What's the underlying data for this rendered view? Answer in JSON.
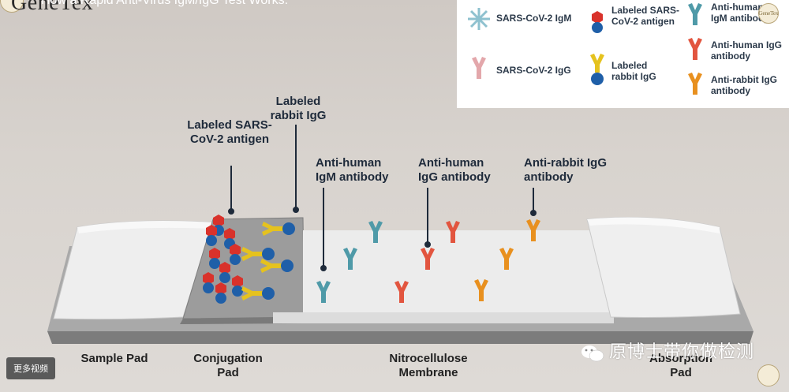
{
  "video": {
    "brand": "GeneTex",
    "title": "How a Rapid Anti-Virus IgM/IgG Test Works.",
    "corner_logo_text": "GeneTex",
    "more_videos_label": "更多视频"
  },
  "legend": {
    "igm_label": "SARS-CoV-2 IgM",
    "igg_label": "SARS-CoV-2 IgG",
    "labeled_antigen_label": "Labeled SARS-CoV-2 antigen",
    "labeled_rabbit_label": "Labeled rabbit IgG",
    "anti_igm_label": "Anti-human IgM antibody",
    "anti_igg_label": "Anti-human IgG antibody",
    "anti_rabbit_label": "Anti-rabbit IgG antibody"
  },
  "diagram": {
    "labeled_antigen": "Labeled SARS-CoV-2 antigen",
    "labeled_rabbit": "Labeled rabbit IgG",
    "anti_igm": "Anti-human IgM antibody",
    "anti_igg": "Anti-human IgG antibody",
    "anti_rabbit": "Anti-rabbit IgG antibody"
  },
  "strip_parts": {
    "sample_pad": "Sample Pad",
    "conjugation_pad": "Conjugation Pad",
    "membrane": "Nitrocellulose Membrane",
    "absorption_pad": "Absorption Pad"
  },
  "watermark": "原博士带你做检测",
  "colors": {
    "igm_teal": "#4f9aa8",
    "igg_red": "#e2553f",
    "rabbit_yellow": "#e5c21e",
    "anti_rabbit_orange": "#e8901f",
    "antigen_red": "#d9322b",
    "bead_blue": "#1f5fa8"
  }
}
